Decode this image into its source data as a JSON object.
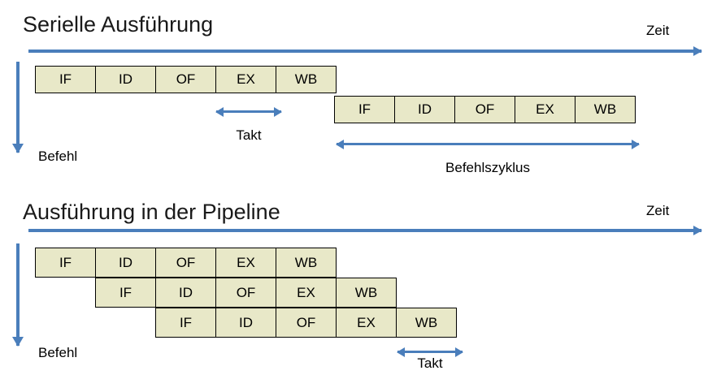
{
  "sections": [
    {
      "id": "serial",
      "title": "Serielle Ausführung",
      "time_axis_label": "Zeit",
      "instruction_axis_label": "Befehl",
      "rows": [
        {
          "stages": [
            "IF",
            "ID",
            "OF",
            "EX",
            "WB"
          ]
        },
        {
          "stages": [
            "IF",
            "ID",
            "OF",
            "EX",
            "WB"
          ]
        }
      ],
      "annotations": [
        {
          "name": "takt",
          "label": "Takt"
        },
        {
          "name": "befehlszyklus",
          "label": "Befehlszyklus"
        }
      ]
    },
    {
      "id": "pipeline",
      "title": "Ausführung in der Pipeline",
      "time_axis_label": "Zeit",
      "instruction_axis_label": "Befehl",
      "rows": [
        {
          "stages": [
            "IF",
            "ID",
            "OF",
            "EX",
            "WB"
          ]
        },
        {
          "stages": [
            "IF",
            "ID",
            "OF",
            "EX",
            "WB"
          ]
        },
        {
          "stages": [
            "IF",
            "ID",
            "OF",
            "EX",
            "WB"
          ]
        }
      ],
      "annotations": [
        {
          "name": "takt",
          "label": "Takt"
        }
      ]
    }
  ],
  "colors": {
    "stage_fill": "#e8e8c8",
    "stage_border": "#000000",
    "arrow_blue": "#4a7ebb",
    "text": "#000000",
    "background": "#ffffff"
  }
}
